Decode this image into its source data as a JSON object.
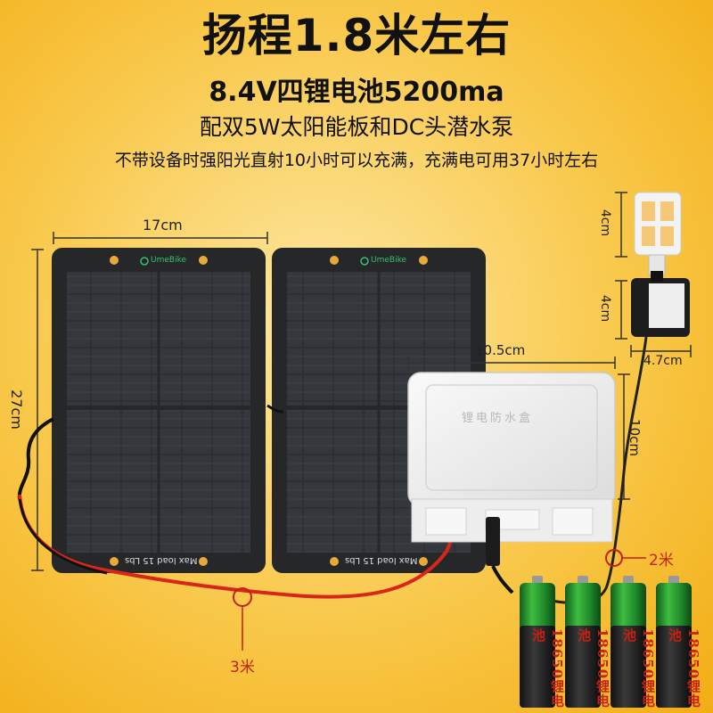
{
  "title": "扬程1.8米左右",
  "subtitle": "8.4V四锂电池5200ma",
  "line3": "配双5W太阳能板和DC头潜水泵",
  "line4": "不带设备时强阳光直射10小时可以充满，充满电可用37小时左右",
  "dimensions": {
    "panel_width": "17cm",
    "panel_height": "27cm",
    "box_width": "10.5cm",
    "box_height": "10cm",
    "nozzle_height": "4cm",
    "pump_height": "4cm",
    "pump_width": "4.7cm"
  },
  "cable_labels": {
    "panel_cable": "3米",
    "pump_cable": "2米"
  },
  "panel": {
    "brand": "UmeBike",
    "footer": "Max load 15 Lbs"
  },
  "box_label": "锂电防水盒",
  "battery_label": "18650锂电池",
  "colors": {
    "background": "#f9c84a",
    "panel": "#2b2b2b",
    "cable_red": "#d8261a",
    "battery_green": "#1f8a2a"
  }
}
